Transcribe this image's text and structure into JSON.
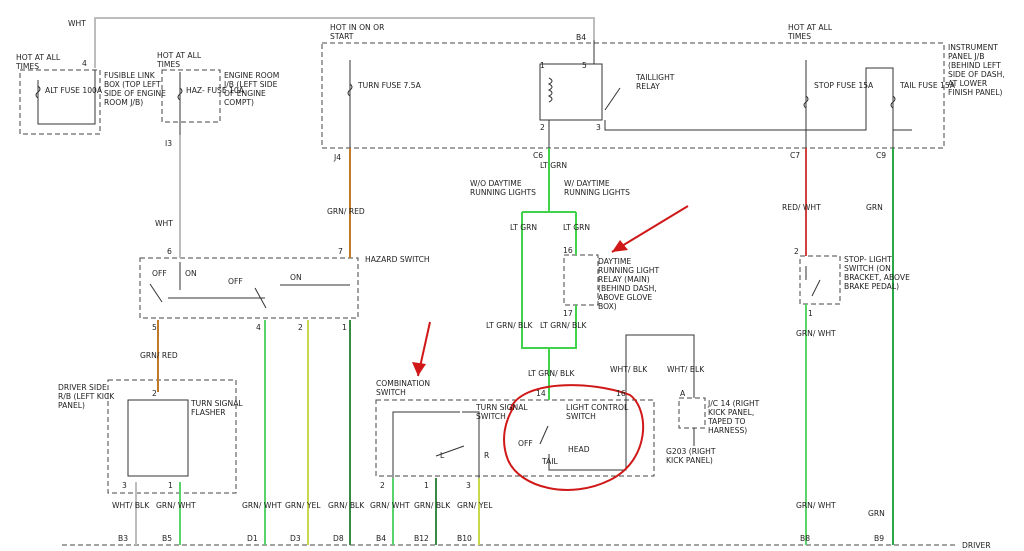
{
  "labels": {
    "wht_top": "WHT",
    "hot_all_times_1": "HOT AT ALL TIMES",
    "hot_all_times_2": "HOT AT ALL TIMES",
    "hot_in_on": "HOT IN ON OR START",
    "hot_all_times_3": "HOT AT ALL TIMES",
    "alt_fuse": "ALT FUSE 100A",
    "fusible_link_box": "FUSIBLE LINK BOX (TOP LEFT SIDE OF ENGINE ROOM J/B)",
    "haz_fuse": "HAZ- FUSE 10A",
    "engine_room_jb": "ENGINE ROOM J/B (LEFT SIDE OF ENGINE COMPT)",
    "turn_fuse": "TURN FUSE 7.5A",
    "taillight_relay": "TAILLIGHT RELAY",
    "stop_fuse": "STOP FUSE 15A",
    "tail_fuse": "TAIL FUSE 15A",
    "instrument_panel_jb": "INSTRUMENT PANEL J/B (BEHIND LEFT SIDE OF DASH, AT LOWER FINISH PANEL)",
    "wo_drl": "W/O DAYTIME RUNNING LIGHTS",
    "w_drl": "W/ DAYTIME RUNNING LIGHTS",
    "drl_relay": "DAYTIME RUNNING LIGHT RELAY (MAIN) (BEHIND DASH, ABOVE GLOVE BOX)",
    "hazard_switch": "HAZARD SWITCH",
    "stoplight_switch": "STOP- LIGHT SWITCH (ON BRACKET, ABOVE BRAKE PEDAL)",
    "driver_side_rb": "DRIVER SIDE R/B (LEFT KICK PANEL)",
    "turn_signal_flasher": "TURN SIGNAL FLASHER",
    "combination_switch": "COMBINATION SWITCH",
    "turn_signal_switch": "TURN SIGNAL SWITCH",
    "light_control_switch": "LIGHT CONTROL SWITCH",
    "jc14": "J/C 14 (RIGHT KICK PANEL, TAPED TO HARNESS)",
    "g203": "G203 (RIGHT KICK PANEL)",
    "driver_bottom": "DRIVER",
    "off": "OFF",
    "on": "ON",
    "tail": "TAIL",
    "head": "HEAD",
    "l": "L",
    "r": "R"
  },
  "wires": {
    "wht_1": "WHT",
    "grn_red_1": "GRN/ RED",
    "lt_grn_top": "LT GRN",
    "lt_grn_a": "LT GRN",
    "lt_grn_b": "LT GRN",
    "lt_grn_blk_a": "LT GRN/ BLK",
    "lt_grn_blk_b": "LT GRN/ BLK",
    "lt_grn_blk_c": "LT GRN/ BLK",
    "red_wht": "RED/ WHT",
    "grn_top": "GRN",
    "grn_red_2": "GRN/ RED",
    "wht_blk_1": "WHT/ BLK",
    "wht_blk_2": "WHT/ BLK",
    "grn_wht_1": "GRN/ WHT",
    "grn_wht_sl": "GRN/ WHT",
    "bot_wht_blk": "WHT/ BLK",
    "bot_grn_wht_1": "GRN/ WHT",
    "bot_grn_wht_2": "GRN/ WHT",
    "bot_grn_yel_1": "GRN/ YEL",
    "bot_grn_blk_1": "GRN/ BLK",
    "bot_grn_wht_3": "GRN/ WHT",
    "bot_grn_blk_2": "GRN/ BLK",
    "bot_grn_yel_2": "GRN/ YEL",
    "bot_grn_wht_4": "GRN/ WHT",
    "bot_grn": "GRN"
  },
  "connectors": {
    "t4": "4",
    "i3": "I3",
    "j4": "J4",
    "b4": "B4",
    "c6": "C6",
    "c7": "C7",
    "c9": "C9",
    "r1": "1",
    "r5": "5",
    "r2": "2",
    "r3": "3",
    "hz6": "6",
    "hz7": "7",
    "hz5": "5",
    "hz4": "4",
    "hz2": "2",
    "hz1": "1",
    "drl16": "16",
    "drl17": "17",
    "sl2": "2",
    "sl1": "1",
    "fl2": "2",
    "fl3": "3",
    "fl1": "1",
    "cs14": "14",
    "cs16": "16",
    "cs2": "2",
    "cs1": "1",
    "cs3": "3",
    "jc_a": "A",
    "b3": "B3",
    "b5": "B5",
    "d1": "D1",
    "d3": "D3",
    "d8": "D8",
    "cb4": "B4",
    "b12": "B12",
    "b10": "B10",
    "b8": "B8",
    "b9": "B9"
  },
  "colors": {
    "wht": "#bdbdbd",
    "grn_red": "#c07a2a",
    "lt_grn": "#3fd24a",
    "grn": "#2aa845",
    "grn_wht": "#5bd36b",
    "grn_yel": "#c9d84a",
    "grn_blk": "#3a8a45",
    "red": "#d24040",
    "annotation": "#d01818"
  }
}
